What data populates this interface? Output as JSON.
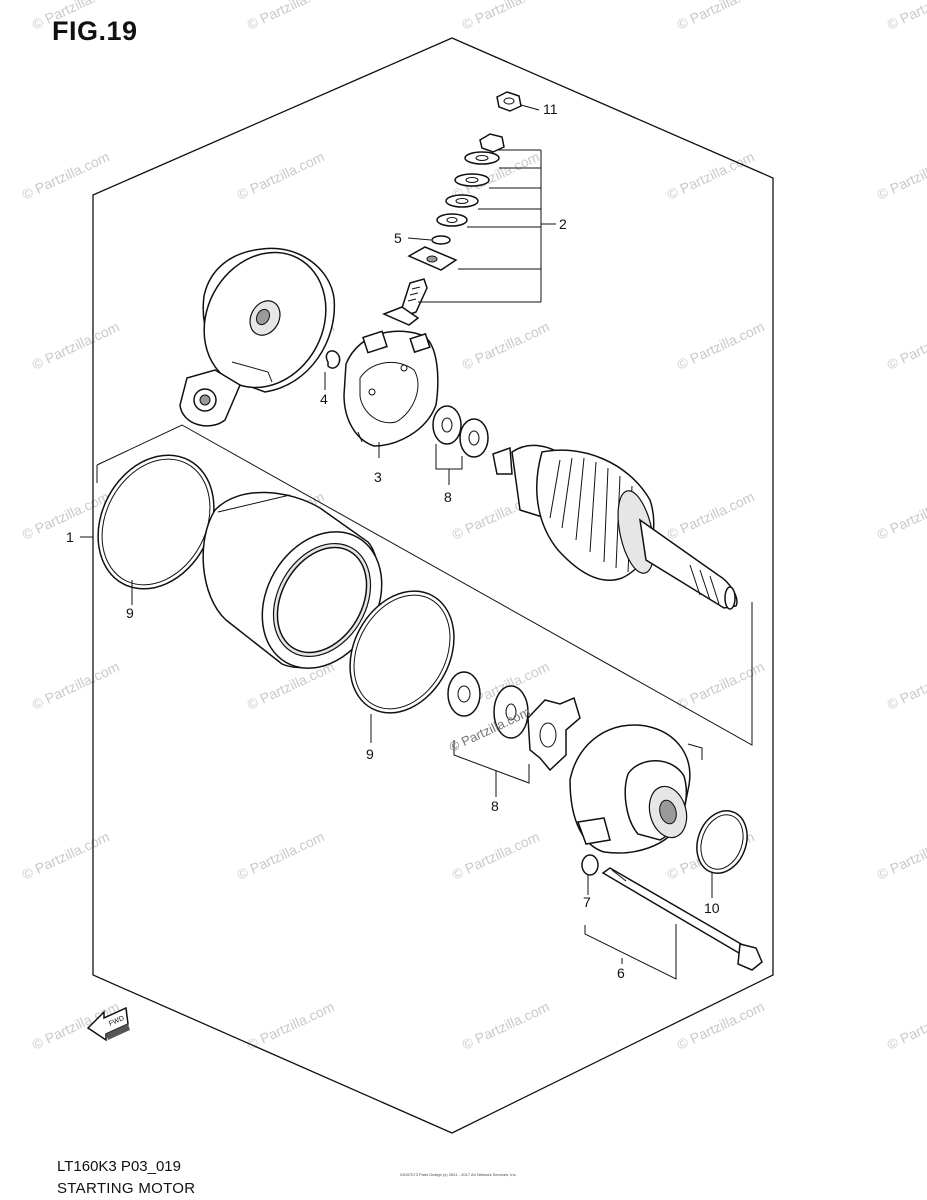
{
  "figure": {
    "title": "FIG.19",
    "code": "LT160K3 P03_019",
    "name": "STARTING MOTOR",
    "fine_print_1": "03037073",
    "fine_print_2": "Parts Design (c) 2001 - 2017 Ari Network Services, Inc."
  },
  "watermark": {
    "text": "© Partzilla.com",
    "center_text": "© Partzilla.com"
  },
  "direction_arrow": {
    "label": "FWD"
  },
  "callouts": [
    {
      "id": "c1",
      "label": "1"
    },
    {
      "id": "c2",
      "label": "2"
    },
    {
      "id": "c3",
      "label": "3"
    },
    {
      "id": "c4",
      "label": "4"
    },
    {
      "id": "c5",
      "label": "5"
    },
    {
      "id": "c6",
      "label": "6"
    },
    {
      "id": "c7",
      "label": "7"
    },
    {
      "id": "c8a",
      "label": "8"
    },
    {
      "id": "c8b",
      "label": "8"
    },
    {
      "id": "c9a",
      "label": "9"
    },
    {
      "id": "c9b",
      "label": "9"
    },
    {
      "id": "c10",
      "label": "10"
    },
    {
      "id": "c11",
      "label": "11"
    }
  ]
}
